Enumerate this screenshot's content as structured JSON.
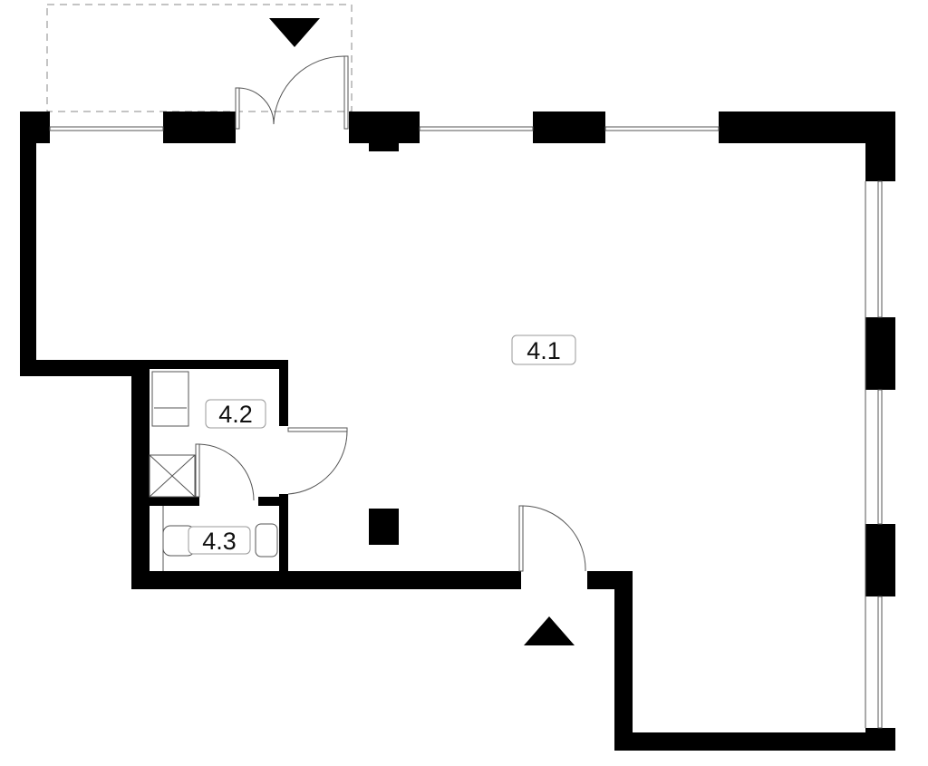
{
  "plan": {
    "rooms": [
      {
        "id": "4.1",
        "label": "4.1"
      },
      {
        "id": "4.2",
        "label": "4.2"
      },
      {
        "id": "4.3",
        "label": "4.3"
      }
    ],
    "colors": {
      "wall": "#000000",
      "background": "#ffffff",
      "line": "#555555"
    }
  }
}
